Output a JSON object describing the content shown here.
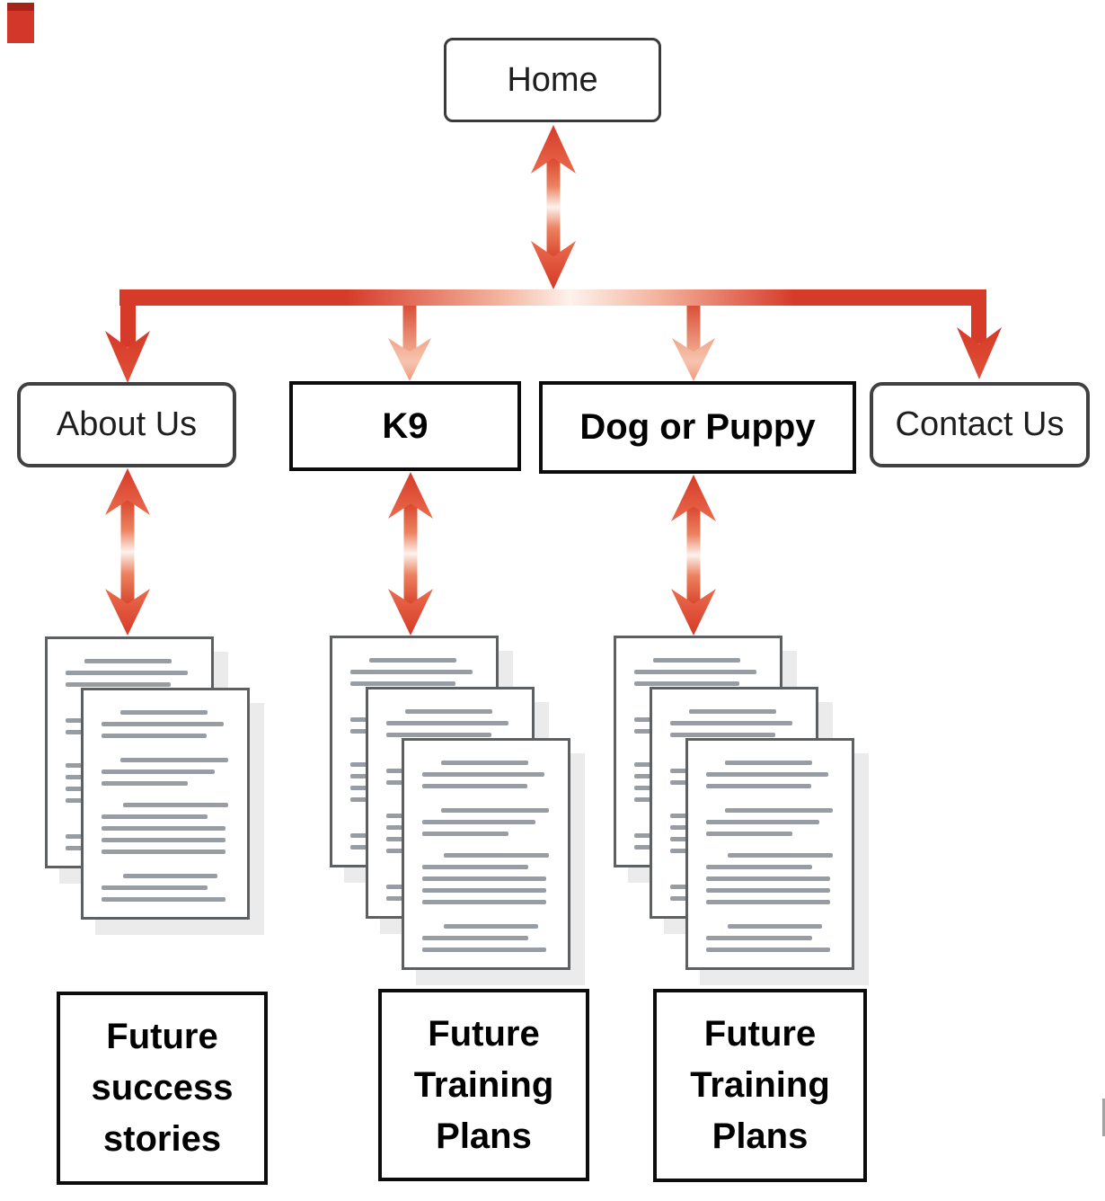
{
  "diagram": {
    "title_hint": "website sitemap flowchart",
    "nodes": {
      "home": {
        "label": "Home"
      },
      "about": {
        "label": "About Us"
      },
      "k9": {
        "label": "K9"
      },
      "dog": {
        "label": "Dog or Puppy"
      },
      "contact": {
        "label": "Contact Us"
      }
    },
    "placeholders": {
      "about_docs": {
        "page_count": 2,
        "caption_lines": [
          "Future",
          "success",
          "stories"
        ]
      },
      "k9_docs": {
        "page_count": 3,
        "caption_lines": [
          "Future",
          "Training",
          "Plans"
        ]
      },
      "dog_docs": {
        "page_count": 3,
        "caption_lines": [
          "Future",
          "Training",
          "Plans"
        ]
      }
    },
    "colors": {
      "arrow_red": "#d63a28",
      "arrow_fade": "#fdf2ed",
      "page_border_gray": "#5c6063",
      "page_line_gray": "#989da3",
      "rounded_box_border": "#414141",
      "square_box_border": "#0c0c0c"
    }
  }
}
